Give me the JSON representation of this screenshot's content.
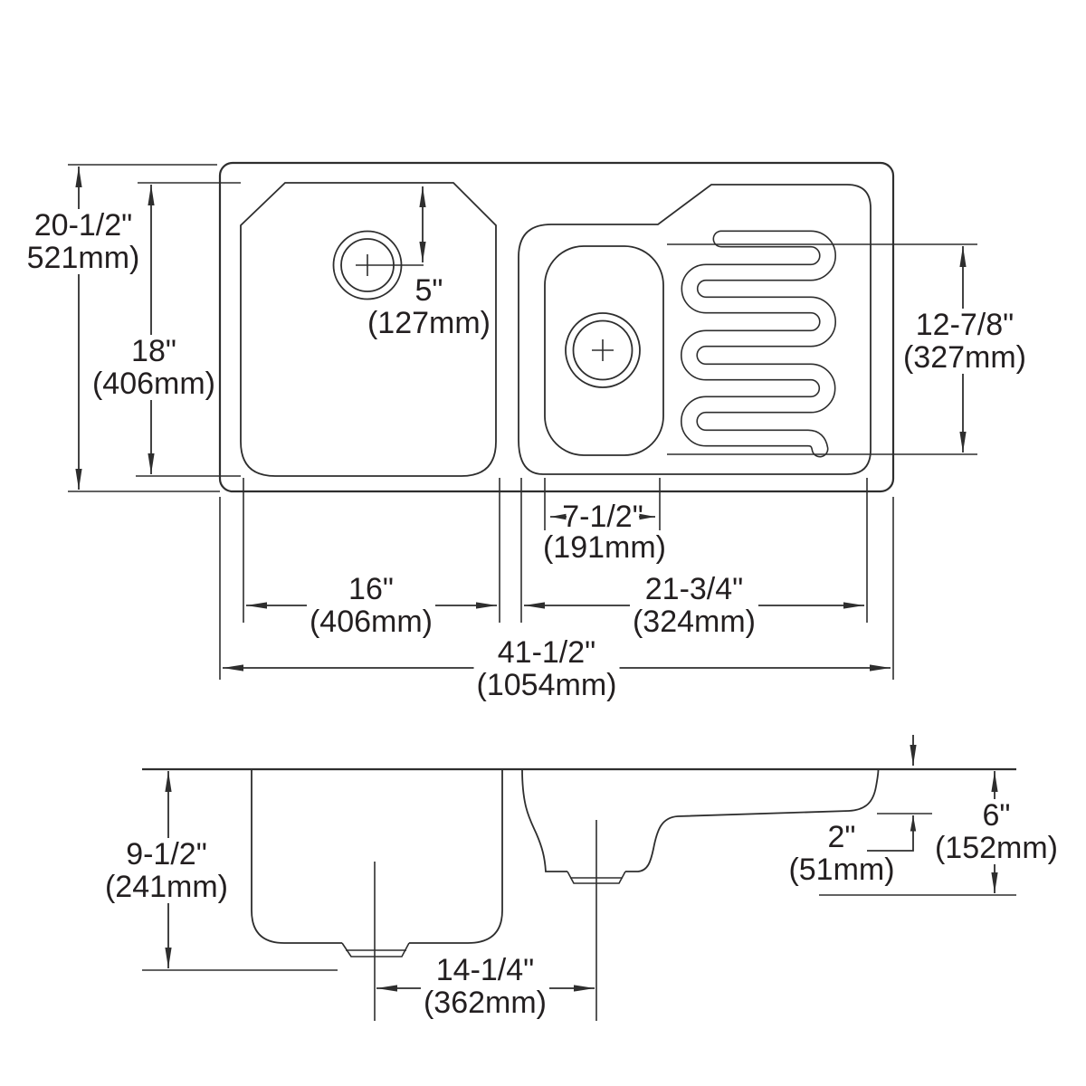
{
  "drawing": {
    "description": "Dimensioned technical drawing of a double-bowl kitchen sink with drainboard",
    "views": {
      "top": "plan view",
      "bottom": "section / side elevation view"
    },
    "line_color": "#2e2e2e",
    "text_color": "#231f20",
    "background": "#ffffff"
  },
  "dimensions": {
    "overall_front_to_back": {
      "imperial": "20-1/2\"",
      "metric": "521mm)"
    },
    "large_bowl_front_to_back": {
      "imperial": "18\"",
      "metric": "(406mm)"
    },
    "drain_offset": {
      "imperial": "5\"",
      "metric": "(127mm)"
    },
    "drainboard_front_to_back": {
      "imperial": "12-7/8\"",
      "metric": "(327mm)"
    },
    "small_bowl_width": {
      "imperial": "7-1/2\"",
      "metric": "(191mm)"
    },
    "large_bowl_width": {
      "imperial": "16\"",
      "metric": "(406mm)"
    },
    "right_section_width": {
      "imperial": "21-3/4\"",
      "metric": "(324mm)"
    },
    "overall_width": {
      "imperial": "41-1/2\"",
      "metric": "(1054mm)"
    },
    "large_bowl_depth": {
      "imperial": "9-1/2\"",
      "metric": "(241mm)"
    },
    "drain_spacing": {
      "imperial": "14-1/4\"",
      "metric": "(362mm)"
    },
    "drainboard_drop": {
      "imperial": "2\"",
      "metric": "(51mm)"
    },
    "small_bowl_depth": {
      "imperial": "6\"",
      "metric": "(152mm)"
    }
  }
}
